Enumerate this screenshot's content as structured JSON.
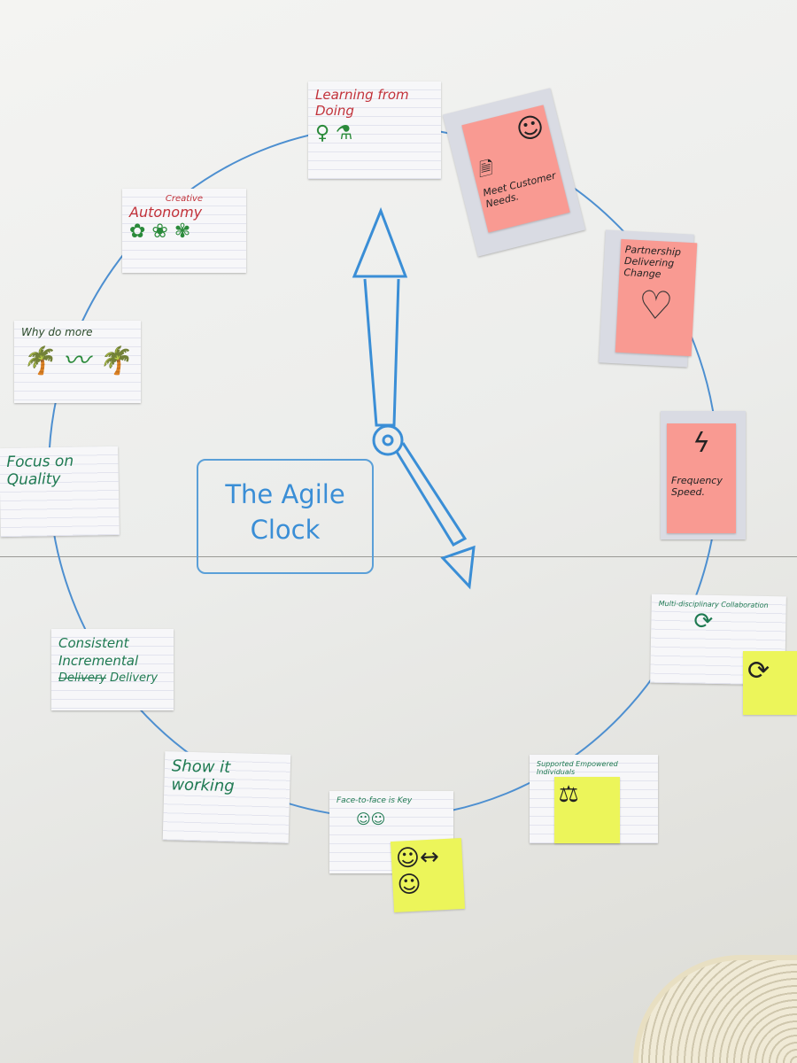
{
  "title": [
    "The Agile",
    "Clock"
  ],
  "cards": {
    "learning": "Learning from Doing",
    "creative_small": "Creative",
    "creative_big": "Autonomy",
    "why": "Why do more",
    "focus": "Focus on Quality",
    "consistent": [
      "Consistent",
      "Incremental",
      "Delivery",
      "Delivery"
    ],
    "show": "Show it working",
    "face": "Face-to-face is Key",
    "supported": "Supported Empowered Individuals",
    "multi": "Multi-disciplinary Collaboration"
  },
  "stickies": {
    "customer": "Meet Customer Needs.",
    "partnership": "Partnership Delivering Change",
    "frequency": "Frequency Speed."
  },
  "colors": {
    "marker_blue": "#3a8ed6",
    "marker_green": "#1f7a52",
    "marker_red": "#c2323a",
    "sticky_pink": "#f99a92",
    "sticky_yellow": "#ecf55a"
  }
}
